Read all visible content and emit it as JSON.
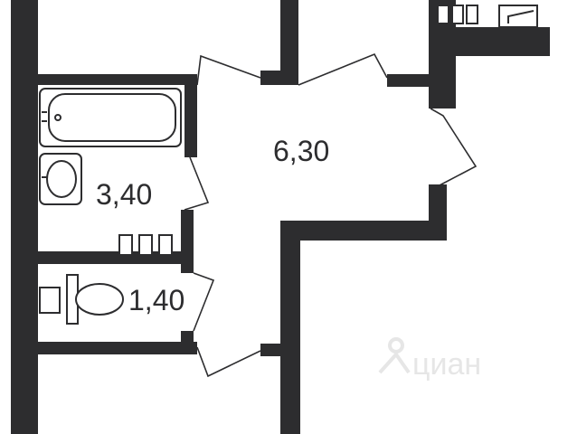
{
  "plan": {
    "rooms": [
      {
        "id": "corridor",
        "area_label": "6,30"
      },
      {
        "id": "bathroom",
        "area_label": "3,40"
      },
      {
        "id": "toilet",
        "area_label": "1,40"
      }
    ],
    "watermark": "циан",
    "colors": {
      "wall": "#2d2d2f",
      "background": "#ffffff",
      "watermark": "#e6e6e6"
    }
  }
}
